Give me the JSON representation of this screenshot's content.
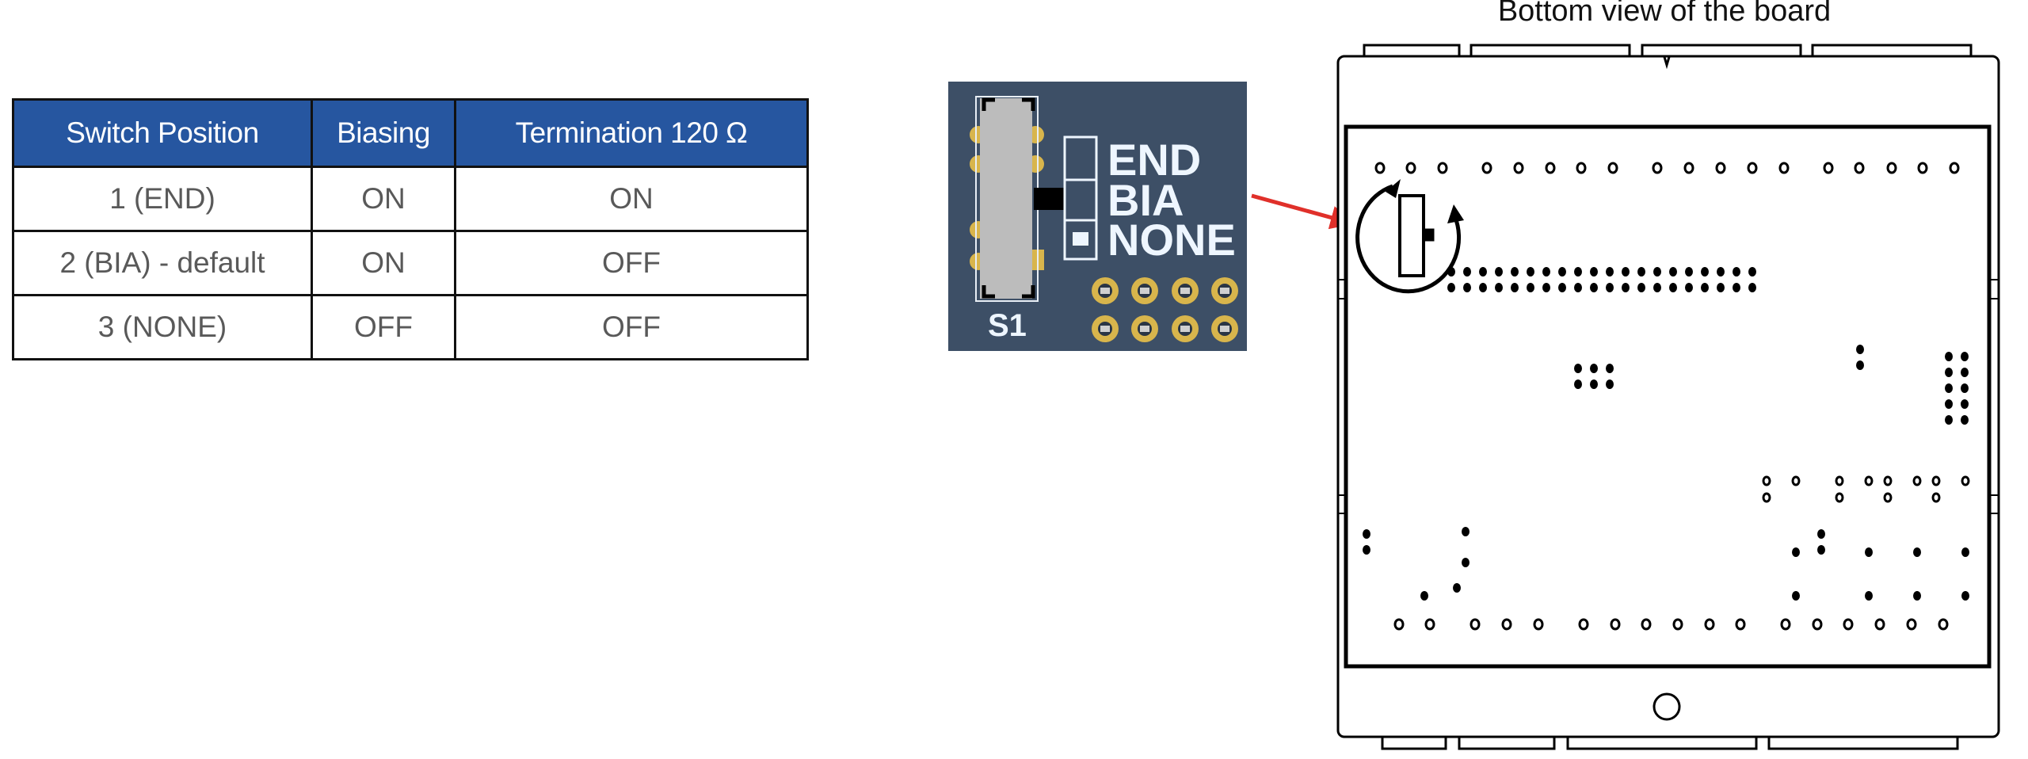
{
  "table": {
    "headers": [
      "Switch Position",
      "Biasing",
      "Termination 120 Ω"
    ],
    "rows": [
      [
        "1 (END)",
        "ON",
        "ON"
      ],
      [
        "2 (BIA) - default",
        "ON",
        "OFF"
      ],
      [
        "3 (NONE)",
        "OFF",
        "OFF"
      ]
    ]
  },
  "pcb_photo": {
    "labels": [
      "END",
      "BIA",
      "NONE"
    ],
    "switch_ref": "S1"
  },
  "board": {
    "title": "Bottom view of the board"
  },
  "colors": {
    "header_bg": "#2656a0",
    "pcb": "#3d4f66",
    "pad_gold": "#d8b54c",
    "arrow": "#e0302a"
  }
}
